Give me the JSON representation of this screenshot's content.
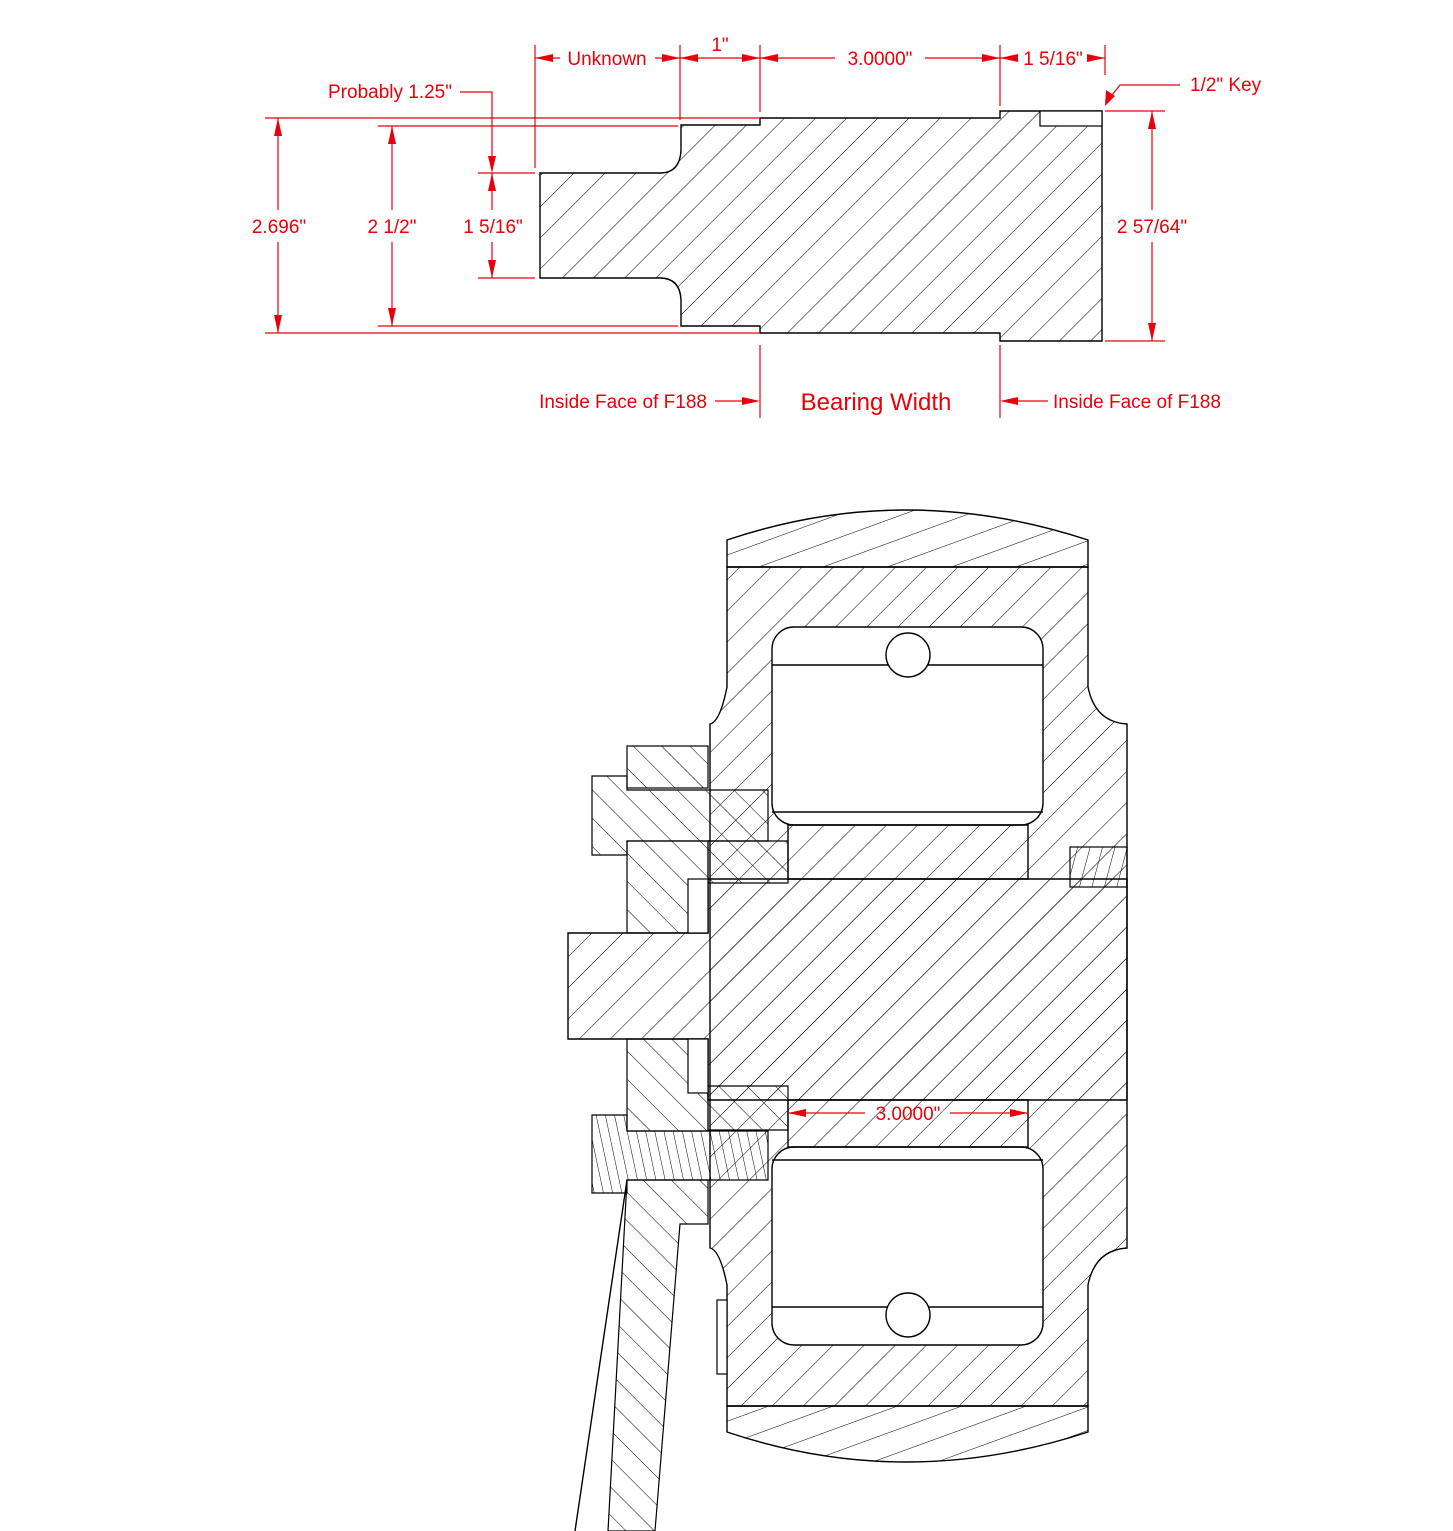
{
  "colors": {
    "dimension": "#e8000b",
    "linework": "#000000",
    "background": "#ffffff"
  },
  "top_view": {
    "labels": {
      "unknown": "Unknown",
      "one_inch": "1\"",
      "three_inch": "3.0000\"",
      "one_5_16_top": "1 5/16\"",
      "key": "1/2\" Key",
      "probably": "Probably 1.25\"",
      "d_2696": "2.696\"",
      "d_2_1_2": "2 1/2\"",
      "d_1_5_16": "1 5/16\"",
      "d_2_57_64": "2 57/64\"",
      "inside_face_left": "Inside Face of F188",
      "bearing_width": "Bearing Width",
      "inside_face_right": "Inside Face of F188"
    }
  },
  "assembly_view": {
    "labels": {
      "bearing_dim": "3.0000\""
    }
  }
}
